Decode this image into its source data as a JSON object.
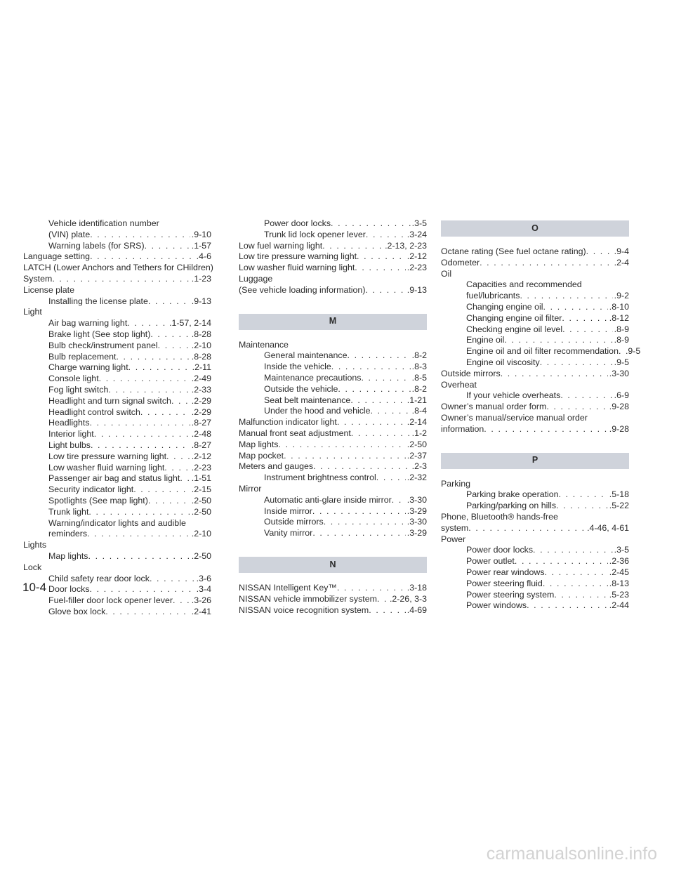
{
  "page_number": "10-4",
  "watermark": "carmanualsonline.info",
  "col1": [
    {
      "t": "Vehicle identification number",
      "p": "",
      "sub": true,
      "lead": false
    },
    {
      "t": "(VIN) plate",
      "p": ".9-10",
      "sub": true,
      "lead": true
    },
    {
      "t": "Warning labels (for SRS)",
      "p": ".1-57",
      "sub": true,
      "lead": true
    },
    {
      "t": "Language setting",
      "p": ".4-6",
      "sub": false,
      "lead": true
    },
    {
      "t": "LATCH (Lower Anchors and Tethers for CHildren)",
      "p": "",
      "sub": false,
      "lead": false
    },
    {
      "t": "System",
      "p": ".1-23",
      "sub": false,
      "lead": true
    },
    {
      "t": "License plate",
      "p": "",
      "sub": false,
      "lead": false
    },
    {
      "t": "Installing the license plate",
      "p": ".9-13",
      "sub": true,
      "lead": true
    },
    {
      "t": "Light",
      "p": "",
      "sub": false,
      "lead": false
    },
    {
      "t": "Air bag warning light",
      "p": ".1-57, 2-14",
      "sub": true,
      "lead": true
    },
    {
      "t": "Brake light (See stop light)",
      "p": ".8-28",
      "sub": true,
      "lead": true
    },
    {
      "t": "Bulb check/instrument panel",
      "p": ".2-10",
      "sub": true,
      "lead": true
    },
    {
      "t": "Bulb replacement",
      "p": ".8-28",
      "sub": true,
      "lead": true
    },
    {
      "t": "Charge warning light",
      "p": ".2-11",
      "sub": true,
      "lead": true
    },
    {
      "t": "Console light",
      "p": ".2-49",
      "sub": true,
      "lead": true
    },
    {
      "t": "Fog light switch",
      "p": ".2-33",
      "sub": true,
      "lead": true
    },
    {
      "t": "Headlight and turn signal switch",
      "p": ".2-29",
      "sub": true,
      "lead": true
    },
    {
      "t": "Headlight control switch",
      "p": ".2-29",
      "sub": true,
      "lead": true
    },
    {
      "t": "Headlights",
      "p": ".8-27",
      "sub": true,
      "lead": true
    },
    {
      "t": "Interior light",
      "p": ".2-48",
      "sub": true,
      "lead": true
    },
    {
      "t": "Light bulbs",
      "p": ".8-27",
      "sub": true,
      "lead": true
    },
    {
      "t": "Low tire pressure warning light",
      "p": ".2-12",
      "sub": true,
      "lead": true
    },
    {
      "t": "Low washer fluid warning light",
      "p": ".2-23",
      "sub": true,
      "lead": true
    },
    {
      "t": "Passenger air bag and status light",
      "p": ".1-51",
      "sub": true,
      "lead": true
    },
    {
      "t": "Security indicator light",
      "p": ".2-15",
      "sub": true,
      "lead": true
    },
    {
      "t": "Spotlights (See map light)",
      "p": ".2-50",
      "sub": true,
      "lead": true
    },
    {
      "t": "Trunk light",
      "p": ".2-50",
      "sub": true,
      "lead": true
    },
    {
      "t": "Warning/indicator lights and audible",
      "p": "",
      "sub": true,
      "lead": false
    },
    {
      "t": "reminders",
      "p": ".2-10",
      "sub": true,
      "lead": true
    },
    {
      "t": "Lights",
      "p": "",
      "sub": false,
      "lead": false
    },
    {
      "t": "Map lights",
      "p": ".2-50",
      "sub": true,
      "lead": true
    },
    {
      "t": "Lock",
      "p": "",
      "sub": false,
      "lead": false
    },
    {
      "t": "Child safety rear door lock",
      "p": ".3-6",
      "sub": true,
      "lead": true
    },
    {
      "t": "Door locks",
      "p": ".3-4",
      "sub": true,
      "lead": true
    },
    {
      "t": "Fuel-filler door lock opener lever",
      "p": ".3-26",
      "sub": true,
      "lead": true
    },
    {
      "t": "Glove box lock",
      "p": ".2-41",
      "sub": true,
      "lead": true
    }
  ],
  "col2": {
    "top": [
      {
        "t": "Power door locks",
        "p": ".3-5",
        "sub": true,
        "lead": true
      },
      {
        "t": "Trunk lid lock opener lever",
        "p": ".3-24",
        "sub": true,
        "lead": true
      },
      {
        "t": "Low fuel warning light",
        "p": ".2-13, 2-23",
        "sub": false,
        "lead": true
      },
      {
        "t": "Low tire pressure warning light",
        "p": ".2-12",
        "sub": false,
        "lead": true
      },
      {
        "t": "Low washer fluid warning light",
        "p": ".2-23",
        "sub": false,
        "lead": true
      },
      {
        "t": "Luggage",
        "p": "",
        "sub": false,
        "lead": false
      },
      {
        "t": "(See vehicle loading information)",
        "p": ".9-13",
        "sub": false,
        "lead": true
      }
    ],
    "m_header": "M",
    "m": [
      {
        "t": "Maintenance",
        "p": "",
        "sub": false,
        "lead": false
      },
      {
        "t": "General maintenance",
        "p": ".8-2",
        "sub": true,
        "lead": true
      },
      {
        "t": "Inside the vehicle",
        "p": ".8-3",
        "sub": true,
        "lead": true
      },
      {
        "t": "Maintenance precautions",
        "p": ".8-5",
        "sub": true,
        "lead": true
      },
      {
        "t": "Outside the vehicle",
        "p": ".8-2",
        "sub": true,
        "lead": true
      },
      {
        "t": "Seat belt maintenance",
        "p": ".1-21",
        "sub": true,
        "lead": true
      },
      {
        "t": "Under the hood and vehicle",
        "p": ".8-4",
        "sub": true,
        "lead": true
      },
      {
        "t": "Malfunction indicator light",
        "p": ".2-14",
        "sub": false,
        "lead": true
      },
      {
        "t": "Manual front seat adjustment",
        "p": ".1-2",
        "sub": false,
        "lead": true
      },
      {
        "t": "Map lights",
        "p": ".2-50",
        "sub": false,
        "lead": true
      },
      {
        "t": "Map pocket",
        "p": ".2-37",
        "sub": false,
        "lead": true
      },
      {
        "t": "Meters and gauges",
        "p": ".2-3",
        "sub": false,
        "lead": true
      },
      {
        "t": "Instrument brightness control",
        "p": ".2-32",
        "sub": true,
        "lead": true
      },
      {
        "t": "Mirror",
        "p": "",
        "sub": false,
        "lead": false
      },
      {
        "t": "Automatic anti-glare inside mirror",
        "p": ".3-30",
        "sub": true,
        "lead": true
      },
      {
        "t": "Inside mirror",
        "p": ".3-29",
        "sub": true,
        "lead": true
      },
      {
        "t": "Outside mirrors",
        "p": ".3-30",
        "sub": true,
        "lead": true
      },
      {
        "t": "Vanity mirror",
        "p": ".3-29",
        "sub": true,
        "lead": true
      }
    ],
    "n_header": "N",
    "n": [
      {
        "t": "NISSAN Intelligent Key™",
        "p": ".3-18",
        "sub": false,
        "lead": true
      },
      {
        "t": "NISSAN vehicle immobilizer system",
        "p": ".2-26, 3-3",
        "sub": false,
        "lead": true
      },
      {
        "t": "NISSAN voice recognition system",
        "p": ".4-69",
        "sub": false,
        "lead": true
      }
    ]
  },
  "col3": {
    "o_header": "O",
    "o": [
      {
        "t": "Octane rating (See fuel octane rating)",
        "p": ".9-4",
        "sub": false,
        "lead": true
      },
      {
        "t": "Odometer",
        "p": ".2-4",
        "sub": false,
        "lead": true
      },
      {
        "t": "Oil",
        "p": "",
        "sub": false,
        "lead": false
      },
      {
        "t": "Capacities and recommended",
        "p": "",
        "sub": true,
        "lead": false
      },
      {
        "t": "fuel/lubricants",
        "p": ".9-2",
        "sub": true,
        "lead": true
      },
      {
        "t": "Changing engine oil",
        "p": ".8-10",
        "sub": true,
        "lead": true
      },
      {
        "t": "Changing engine oil filter",
        "p": ".8-12",
        "sub": true,
        "lead": true
      },
      {
        "t": "Checking engine oil level",
        "p": ".8-9",
        "sub": true,
        "lead": true
      },
      {
        "t": "Engine oil",
        "p": ".8-9",
        "sub": true,
        "lead": true
      },
      {
        "t": "Engine oil and oil filter recommendation",
        "p": ".9-5",
        "sub": true,
        "lead": true
      },
      {
        "t": "Engine oil viscosity",
        "p": ".9-5",
        "sub": true,
        "lead": true
      },
      {
        "t": "Outside mirrors",
        "p": ".3-30",
        "sub": false,
        "lead": true
      },
      {
        "t": "Overheat",
        "p": "",
        "sub": false,
        "lead": false
      },
      {
        "t": "If your vehicle overheats",
        "p": ".6-9",
        "sub": true,
        "lead": true
      },
      {
        "t": "Owner’s manual order form",
        "p": ".9-28",
        "sub": false,
        "lead": true
      },
      {
        "t": "Owner’s manual/service manual order",
        "p": "",
        "sub": false,
        "lead": false
      },
      {
        "t": "information",
        "p": ".9-28",
        "sub": false,
        "lead": true
      }
    ],
    "p_header": "P",
    "p": [
      {
        "t": "Parking",
        "p": "",
        "sub": false,
        "lead": false
      },
      {
        "t": "Parking brake operation",
        "p": ".5-18",
        "sub": true,
        "lead": true
      },
      {
        "t": "Parking/parking on hills",
        "p": ".5-22",
        "sub": true,
        "lead": true
      },
      {
        "t": "Phone, Bluetooth® hands-free",
        "p": "",
        "sub": false,
        "lead": false
      },
      {
        "t": "system",
        "p": ".4-46, 4-61",
        "sub": false,
        "lead": true
      },
      {
        "t": "Power",
        "p": "",
        "sub": false,
        "lead": false
      },
      {
        "t": "Power door locks",
        "p": ".3-5",
        "sub": true,
        "lead": true
      },
      {
        "t": "Power outlet",
        "p": ".2-36",
        "sub": true,
        "lead": true
      },
      {
        "t": "Power rear windows",
        "p": ".2-45",
        "sub": true,
        "lead": true
      },
      {
        "t": "Power steering fluid",
        "p": ".8-13",
        "sub": true,
        "lead": true
      },
      {
        "t": "Power steering system",
        "p": ".5-23",
        "sub": true,
        "lead": true
      },
      {
        "t": "Power windows",
        "p": ".2-44",
        "sub": true,
        "lead": true
      }
    ]
  }
}
